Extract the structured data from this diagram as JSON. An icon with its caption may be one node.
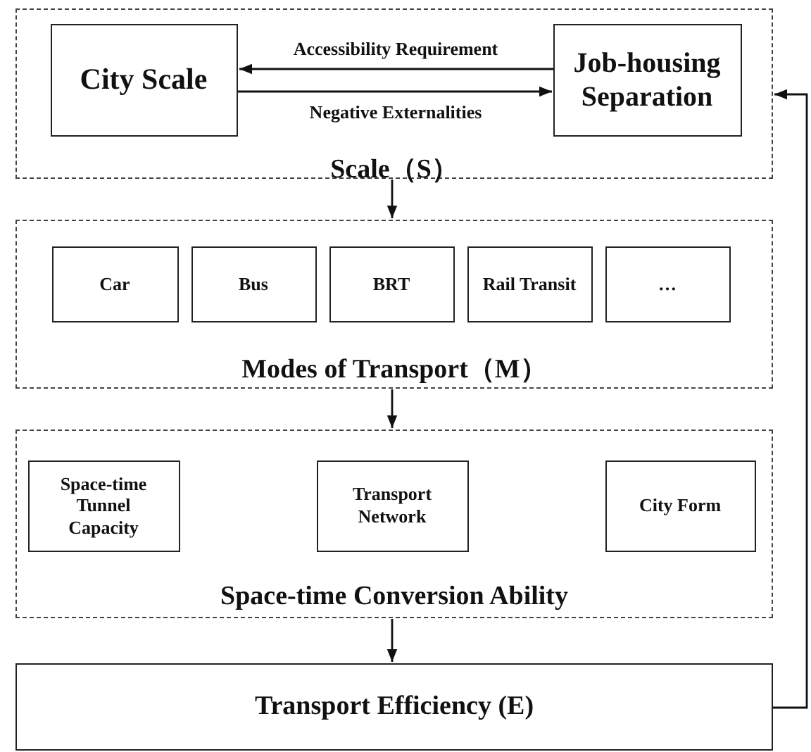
{
  "diagram": {
    "nodes": [
      {
        "text": [
          "Scale（S）"
        ]
      },
      {
        "text": [
          "City Scale"
        ],
        "in": 0
      },
      {
        "text": [
          "Job-housing Separation"
        ],
        "in": 0
      },
      {
        "text": [
          "Modes of Transport（M）"
        ]
      },
      {
        "text": [
          "Car"
        ],
        "in": 3
      },
      {
        "text": [
          "Bus"
        ],
        "in": 3
      },
      {
        "text": [
          "BRT"
        ],
        "in": 3
      },
      {
        "text": [
          "Rail Transit"
        ],
        "in": 3
      },
      {
        "text": [
          "…"
        ],
        "in": 3
      },
      {
        "text": [
          "Space-time Conversion Ability"
        ]
      },
      {
        "text": [
          "Space-time Tunnel Capacity"
        ],
        "in": 9
      },
      {
        "text": [
          "Transport Network"
        ],
        "in": 9
      },
      {
        "text": [
          "City Form"
        ],
        "in": 9
      },
      {
        "text": [
          "Transport Efficiency (E)"
        ]
      }
    ],
    "edges": [
      {
        "from": 2,
        "to": 1,
        "arrow": "to",
        "label": "Accessibility Requirement"
      },
      {
        "from": 1,
        "to": 2,
        "arrow": "to",
        "label": "Negative Externalities"
      },
      {
        "from": 0,
        "to": 3,
        "arrow": "to"
      },
      {
        "from": 3,
        "to": 9,
        "arrow": "to"
      },
      {
        "from": 9,
        "to": 13,
        "arrow": "to"
      },
      {
        "from": 13,
        "to": 0,
        "arrow": "to"
      }
    ]
  }
}
